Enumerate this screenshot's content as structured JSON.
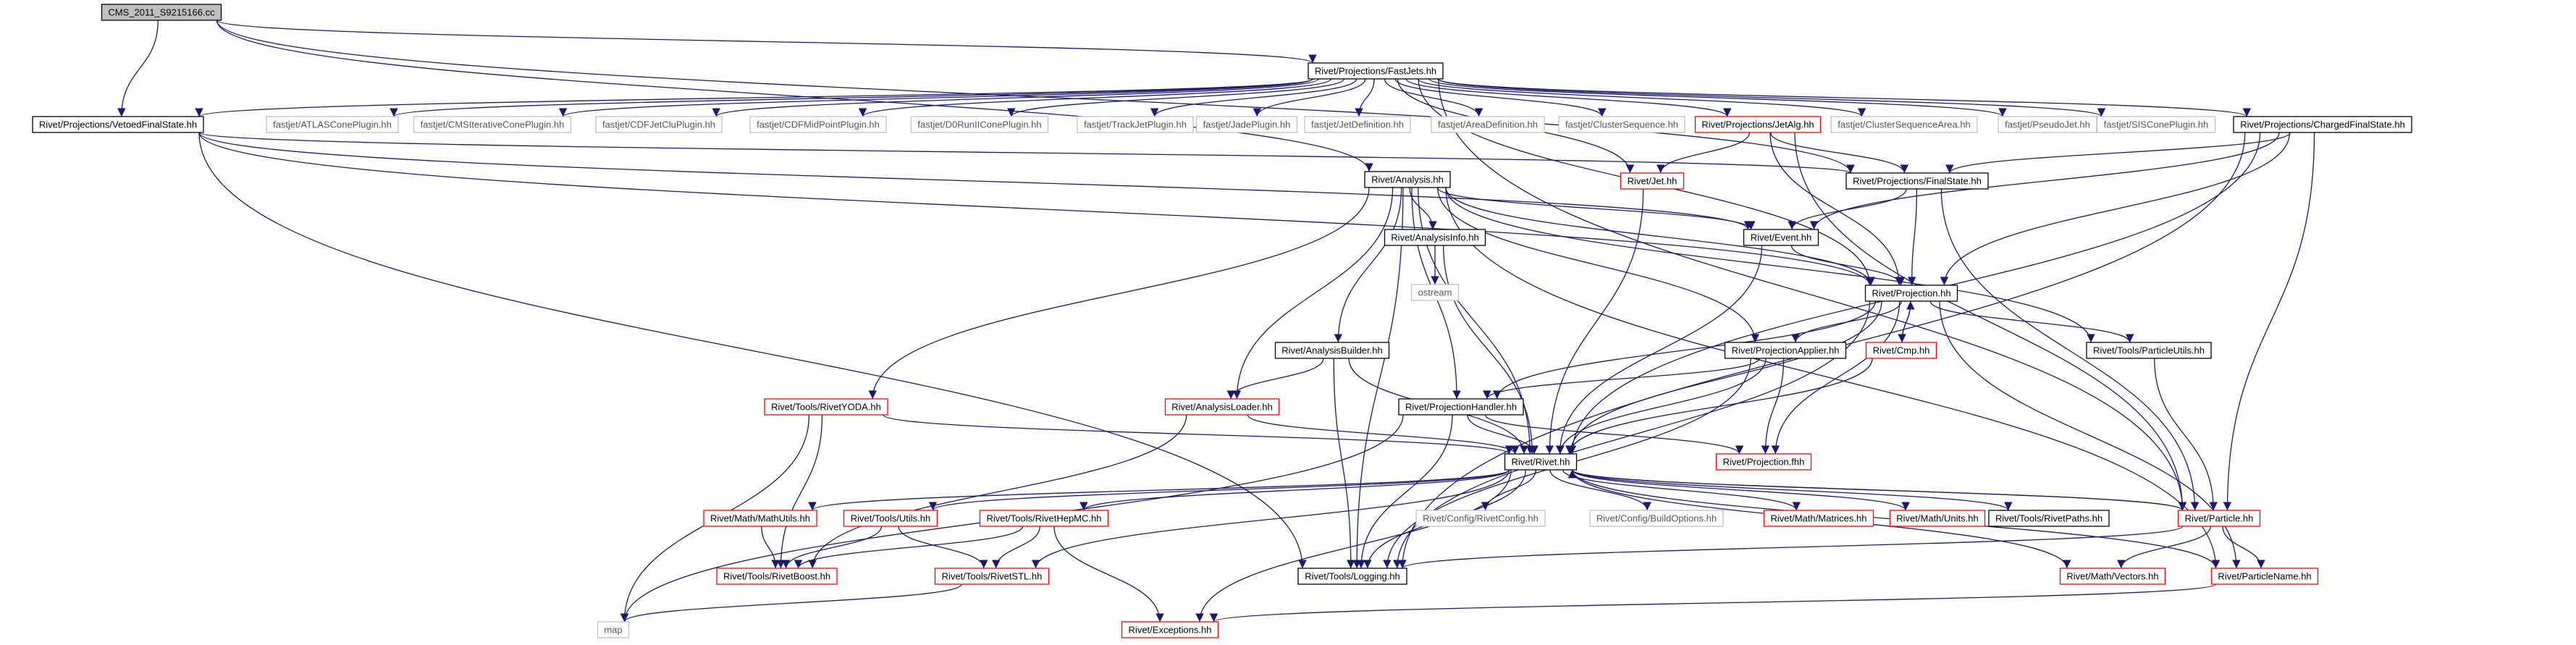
{
  "nodes": [
    {
      "id": "root",
      "label": "CMS_2011_S9215166.cc",
      "style": "root"
    },
    {
      "id": "fastjets",
      "label": "Rivet/Projections/FastJets.hh",
      "style": "black"
    },
    {
      "id": "vetoedfs",
      "label": "Rivet/Projections/VetoedFinalState.hh",
      "style": "black"
    },
    {
      "id": "atlascone",
      "label": "fastjet/ATLASConePlugin.hh",
      "style": "gray"
    },
    {
      "id": "cmsiter",
      "label": "fastjet/CMSIterativeConePlugin.hh",
      "style": "gray"
    },
    {
      "id": "cdfjetclu",
      "label": "fastjet/CDFJetCluPlugin.hh",
      "style": "gray"
    },
    {
      "id": "cdfmid",
      "label": "fastjet/CDFMidPointPlugin.hh",
      "style": "gray"
    },
    {
      "id": "d0run",
      "label": "fastjet/D0RunIIConePlugin.hh",
      "style": "gray"
    },
    {
      "id": "trackjet",
      "label": "fastjet/TrackJetPlugin.hh",
      "style": "gray"
    },
    {
      "id": "jade",
      "label": "fastjet/JadePlugin.hh",
      "style": "gray"
    },
    {
      "id": "jetdef",
      "label": "fastjet/JetDefinition.hh",
      "style": "gray"
    },
    {
      "id": "areadef",
      "label": "fastjet/AreaDefinition.hh",
      "style": "gray"
    },
    {
      "id": "clusterseq",
      "label": "fastjet/ClusterSequence.hh",
      "style": "gray"
    },
    {
      "id": "jetalg",
      "label": "Rivet/Projections/JetAlg.hh",
      "style": "red"
    },
    {
      "id": "clusterseqarea",
      "label": "fastjet/ClusterSequenceArea.hh",
      "style": "gray"
    },
    {
      "id": "pseudojet",
      "label": "fastjet/PseudoJet.hh",
      "style": "gray"
    },
    {
      "id": "siscone",
      "label": "fastjet/SISConePlugin.hh",
      "style": "gray"
    },
    {
      "id": "chargedfs",
      "label": "Rivet/Projections/ChargedFinalState.hh",
      "style": "black"
    },
    {
      "id": "analysis",
      "label": "Rivet/Analysis.hh",
      "style": "black"
    },
    {
      "id": "jet",
      "label": "Rivet/Jet.hh",
      "style": "red"
    },
    {
      "id": "finalstate",
      "label": "Rivet/Projections/FinalState.hh",
      "style": "black"
    },
    {
      "id": "analysisinfo",
      "label": "Rivet/AnalysisInfo.hh",
      "style": "black"
    },
    {
      "id": "event",
      "label": "Rivet/Event.hh",
      "style": "black"
    },
    {
      "id": "ostream",
      "label": "ostream",
      "style": "gray"
    },
    {
      "id": "projection",
      "label": "Rivet/Projection.hh",
      "style": "black"
    },
    {
      "id": "analysisbuilder",
      "label": "Rivet/AnalysisBuilder.hh",
      "style": "black"
    },
    {
      "id": "projapplier",
      "label": "Rivet/ProjectionApplier.hh",
      "style": "black"
    },
    {
      "id": "cmp",
      "label": "Rivet/Cmp.hh",
      "style": "red"
    },
    {
      "id": "particleutils",
      "label": "Rivet/Tools/ParticleUtils.hh",
      "style": "black"
    },
    {
      "id": "rivetyoda",
      "label": "Rivet/Tools/RivetYODA.hh",
      "style": "red"
    },
    {
      "id": "analysisloader",
      "label": "Rivet/AnalysisLoader.hh",
      "style": "red"
    },
    {
      "id": "projhandler",
      "label": "Rivet/ProjectionHandler.hh",
      "style": "black"
    },
    {
      "id": "projfhh",
      "label": "Rivet/Projection.fhh",
      "style": "red"
    },
    {
      "id": "rivet",
      "label": "Rivet/Rivet.hh",
      "style": "black"
    },
    {
      "id": "mathutils",
      "label": "Rivet/Math/MathUtils.hh",
      "style": "red"
    },
    {
      "id": "utils",
      "label": "Rivet/Tools/Utils.hh",
      "style": "red"
    },
    {
      "id": "rivethepmc",
      "label": "Rivet/Tools/RivetHepMC.hh",
      "style": "red"
    },
    {
      "id": "rivetconfig",
      "label": "Rivet/Config/RivetConfig.hh",
      "style": "gray"
    },
    {
      "id": "buildoptions",
      "label": "Rivet/Config/BuildOptions.hh",
      "style": "gray"
    },
    {
      "id": "matrices",
      "label": "Rivet/Math/Matrices.hh",
      "style": "red"
    },
    {
      "id": "units",
      "label": "Rivet/Math/Units.hh",
      "style": "red"
    },
    {
      "id": "rivetpaths",
      "label": "Rivet/Tools/RivetPaths.hh",
      "style": "black"
    },
    {
      "id": "particle",
      "label": "Rivet/Particle.hh",
      "style": "red"
    },
    {
      "id": "rivetboost",
      "label": "Rivet/Tools/RivetBoost.hh",
      "style": "red"
    },
    {
      "id": "rivetstl",
      "label": "Rivet/Tools/RivetSTL.hh",
      "style": "red"
    },
    {
      "id": "logging",
      "label": "Rivet/Tools/Logging.hh",
      "style": "black"
    },
    {
      "id": "vectors",
      "label": "Rivet/Math/Vectors.hh",
      "style": "red"
    },
    {
      "id": "particlename",
      "label": "Rivet/ParticleName.hh",
      "style": "red"
    },
    {
      "id": "map",
      "label": "map",
      "style": "gray"
    },
    {
      "id": "exceptions",
      "label": "Rivet/Exceptions.hh",
      "style": "red"
    }
  ],
  "edges": [
    [
      "root",
      "fastjets"
    ],
    [
      "root",
      "vetoedfs"
    ],
    [
      "root",
      "analysis"
    ],
    [
      "root",
      "finalstate"
    ],
    [
      "fastjets",
      "vetoedfs"
    ],
    [
      "fastjets",
      "atlascone"
    ],
    [
      "fastjets",
      "cmsiter"
    ],
    [
      "fastjets",
      "cdfjetclu"
    ],
    [
      "fastjets",
      "cdfmid"
    ],
    [
      "fastjets",
      "d0run"
    ],
    [
      "fastjets",
      "trackjet"
    ],
    [
      "fastjets",
      "jade"
    ],
    [
      "fastjets",
      "jetdef"
    ],
    [
      "fastjets",
      "areadef"
    ],
    [
      "fastjets",
      "clusterseq"
    ],
    [
      "fastjets",
      "jetalg"
    ],
    [
      "fastjets",
      "clusterseqarea"
    ],
    [
      "fastjets",
      "pseudojet"
    ],
    [
      "fastjets",
      "siscone"
    ],
    [
      "fastjets",
      "chargedfs"
    ],
    [
      "fastjets",
      "projection"
    ],
    [
      "fastjets",
      "particle"
    ],
    [
      "fastjets",
      "jet"
    ],
    [
      "vetoedfs",
      "finalstate"
    ],
    [
      "vetoedfs",
      "logging"
    ],
    [
      "vetoedfs",
      "event"
    ],
    [
      "vetoedfs",
      "projection"
    ],
    [
      "jetalg",
      "jet"
    ],
    [
      "jetalg",
      "finalstate"
    ],
    [
      "jetalg",
      "particle"
    ],
    [
      "jetalg",
      "projection"
    ],
    [
      "chargedfs",
      "finalstate"
    ],
    [
      "chargedfs",
      "event"
    ],
    [
      "chargedfs",
      "projection"
    ],
    [
      "chargedfs",
      "rivet"
    ],
    [
      "chargedfs",
      "particle"
    ],
    [
      "chargedfs",
      "logging"
    ],
    [
      "analysis",
      "analysisinfo"
    ],
    [
      "analysis",
      "event"
    ],
    [
      "analysis",
      "projection"
    ],
    [
      "analysis",
      "projapplier"
    ],
    [
      "analysis",
      "projhandler"
    ],
    [
      "analysis",
      "analysisbuilder"
    ],
    [
      "analysis",
      "analysisloader"
    ],
    [
      "analysis",
      "rivetyoda"
    ],
    [
      "analysis",
      "rivet"
    ],
    [
      "analysis",
      "logging"
    ],
    [
      "analysis",
      "particleutils"
    ],
    [
      "analysis",
      "particlename"
    ],
    [
      "jet",
      "rivet"
    ],
    [
      "finalstate",
      "projection"
    ],
    [
      "finalstate",
      "event"
    ],
    [
      "finalstate",
      "particle"
    ],
    [
      "analysisinfo",
      "ostream"
    ],
    [
      "analysisinfo",
      "rivet"
    ],
    [
      "event",
      "projection"
    ],
    [
      "event",
      "rivet"
    ],
    [
      "projection",
      "cmp"
    ],
    [
      "projection",
      "projapplier"
    ],
    [
      "projection",
      "projhandler"
    ],
    [
      "projection",
      "particleutils"
    ],
    [
      "projection",
      "projfhh"
    ],
    [
      "projection",
      "rivet"
    ],
    [
      "projection",
      "logging"
    ],
    [
      "projection",
      "particlename"
    ],
    [
      "cmp",
      "projection"
    ],
    [
      "cmp",
      "rivet"
    ],
    [
      "analysisbuilder",
      "analysisloader"
    ],
    [
      "analysisbuilder",
      "rivet"
    ],
    [
      "analysisbuilder",
      "logging"
    ],
    [
      "projapplier",
      "projhandler"
    ],
    [
      "projapplier",
      "projfhh"
    ],
    [
      "projapplier",
      "rivet"
    ],
    [
      "projapplier",
      "logging"
    ],
    [
      "particleutils",
      "particle"
    ],
    [
      "rivetyoda",
      "rivet"
    ],
    [
      "rivetyoda",
      "rivetboost"
    ],
    [
      "rivetyoda",
      "map"
    ],
    [
      "analysisloader",
      "rivet"
    ],
    [
      "analysisloader",
      "rivetboost"
    ],
    [
      "projhandler",
      "rivet"
    ],
    [
      "projhandler",
      "projfhh"
    ],
    [
      "projhandler",
      "logging"
    ],
    [
      "projhandler",
      "map"
    ],
    [
      "rivet",
      "mathutils"
    ],
    [
      "rivet",
      "utils"
    ],
    [
      "rivet",
      "rivethepmc"
    ],
    [
      "rivet",
      "rivetconfig"
    ],
    [
      "rivet",
      "buildoptions"
    ],
    [
      "rivet",
      "matrices"
    ],
    [
      "rivet",
      "units"
    ],
    [
      "rivet",
      "rivetpaths"
    ],
    [
      "rivet",
      "particle"
    ],
    [
      "rivet",
      "rivetstl"
    ],
    [
      "rivet",
      "logging"
    ],
    [
      "rivet",
      "vectors"
    ],
    [
      "rivet",
      "particlename"
    ],
    [
      "rivet",
      "exceptions"
    ],
    [
      "mathutils",
      "rivetboost"
    ],
    [
      "utils",
      "rivetboost"
    ],
    [
      "utils",
      "rivetstl"
    ],
    [
      "rivethepmc",
      "rivetboost"
    ],
    [
      "rivethepmc",
      "rivetstl"
    ],
    [
      "rivethepmc",
      "exceptions"
    ],
    [
      "particle",
      "rivet"
    ],
    [
      "particle",
      "logging"
    ],
    [
      "particle",
      "vectors"
    ],
    [
      "particle",
      "particlename"
    ],
    [
      "rivetstl",
      "map"
    ],
    [
      "particlename",
      "exceptions"
    ]
  ],
  "colors": {
    "edge": "#191970",
    "border_black": "#000000",
    "border_red": "#ff0000",
    "border_gray": "#bfbfbf",
    "root_fill": "#bfbfbf",
    "text_black": "#000000",
    "text_gray": "#555555"
  }
}
